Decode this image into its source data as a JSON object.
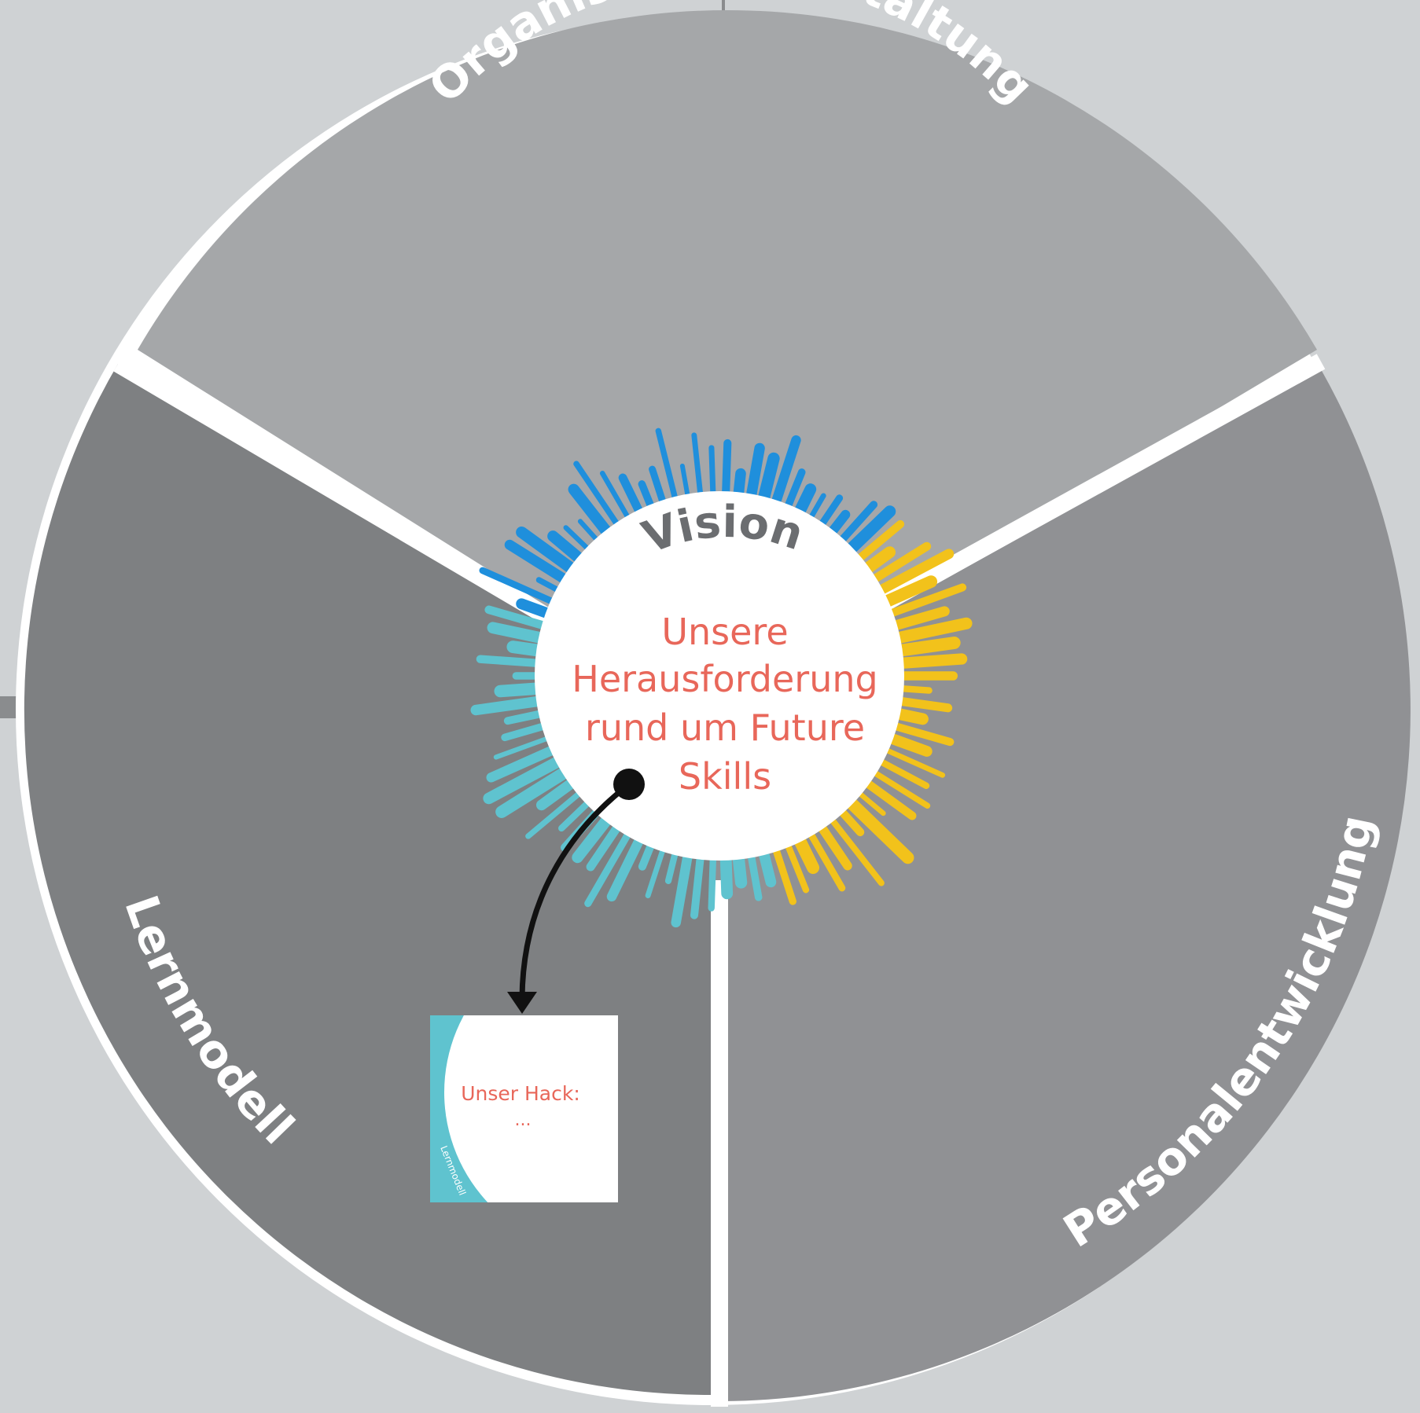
{
  "diagram": {
    "segments": [
      {
        "id": "top",
        "label": "Organisationsgestaltung",
        "color": "#a5a7a9"
      },
      {
        "id": "left",
        "label": "Lernmodell",
        "color": "#7e8082"
      },
      {
        "id": "right",
        "label": "Personalentwicklung",
        "color": "#909194"
      }
    ],
    "vision": {
      "title": "Vision",
      "lines": [
        "Unsere",
        "Herausforderung",
        "rund um Future",
        "Skills"
      ]
    },
    "hack_card": {
      "lines": [
        "Unser Hack:",
        "..."
      ],
      "tag": "Lernmodell",
      "accent": "#5fc3cf"
    },
    "colors": {
      "background": "#cfd2d4",
      "ring": "#ffffff",
      "accent_text": "#e8675a",
      "burst_blue": "#1f8fdc",
      "burst_teal": "#5fc3cf",
      "burst_yellow": "#f2c21b"
    }
  }
}
